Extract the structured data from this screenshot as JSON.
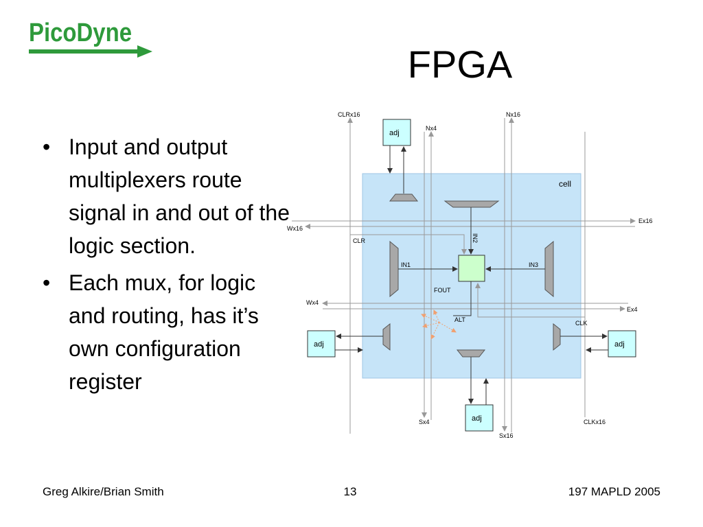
{
  "logo": {
    "text": "PicoDyne",
    "color": "#2e9a3b"
  },
  "title": "FPGA",
  "bullets": [
    {
      "text": "Input and output multiplexers route signal in and out of the logic section."
    },
    {
      "text": "Each mux, for logic and routing, has it’s own configuration register"
    }
  ],
  "diagram": {
    "cell_label": "cell",
    "bus_labels": {
      "clr_x16": "CLRx16",
      "n_x4": "Nx4",
      "n_x16": "Nx16",
      "w_x16": "Wx16",
      "e_x16": "Ex16",
      "w_x4": "Wx4",
      "e_x4": "Ex4",
      "s_x4": "Sx4",
      "s_x16": "Sx16",
      "clk_x16": "CLKx16"
    },
    "signal_labels": {
      "clr": "CLR",
      "in1": "IN1",
      "in2": "IN2",
      "in3": "IN3",
      "fout": "FOUT",
      "alt": "ALT",
      "clk": "CLK"
    },
    "adj_label": "adj",
    "colors": {
      "cell_fill": "#c6e4f8",
      "adj_fill": "#ccffff",
      "logic_fill": "#ccffcc",
      "mux_fill": "#a8a8a8",
      "bus_line": "#999999",
      "alt_arrows": "#f0a070"
    }
  },
  "footer": {
    "left": "Greg Alkire/Brian Smith",
    "center": "13",
    "right": "197 MAPLD 2005"
  }
}
